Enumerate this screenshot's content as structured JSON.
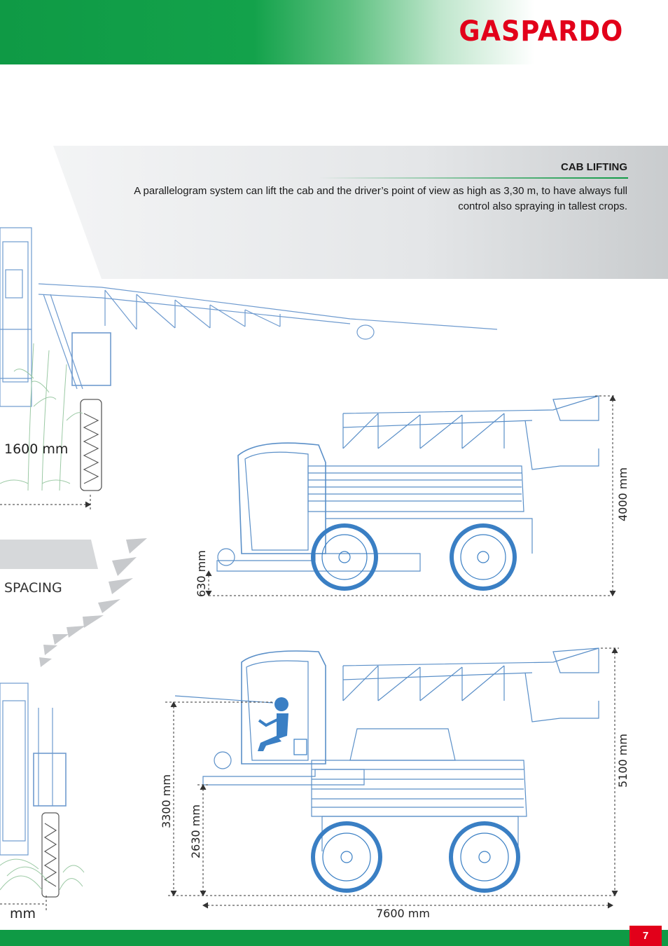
{
  "brand": {
    "name": "GASPARDO"
  },
  "section": {
    "title": "CAB LIFTING",
    "body": "A parallelogram system can lift the cab and the driver’s point of view as high as 3,30 m, to have always full control also spraying in tallest crops."
  },
  "dimensions": {
    "track_width": "1600 mm",
    "ground_clearance_low": "630 mm",
    "height_low": "4000 mm",
    "cab_height_raised": "3300 mm",
    "ground_clearance_raised": "2630 mm",
    "height_raised": "5100 mm",
    "length": "7600 mm",
    "bottom_left_unit": "mm"
  },
  "badge": {
    "label": "SPACING"
  },
  "page": {
    "number": "7"
  },
  "colors": {
    "brand_red": "#e2001a",
    "brand_green": "#0f9a45",
    "drawing_blue": "#5a8fc8",
    "wheel_blue": "#3a7fc4"
  }
}
